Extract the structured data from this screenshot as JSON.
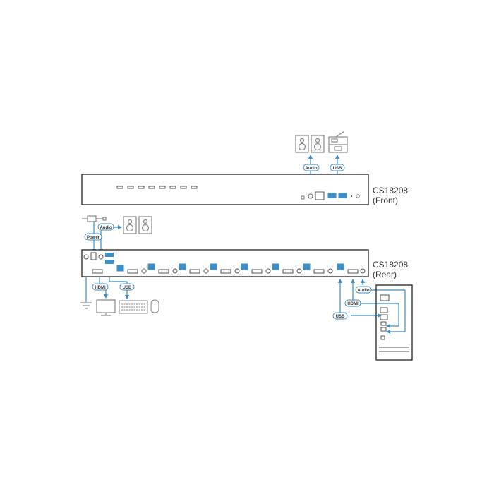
{
  "front": {
    "model": "CS18208",
    "label": "(Front)"
  },
  "rear": {
    "model": "CS18208",
    "label": "(Rear)"
  },
  "labels": {
    "audio": "Audio",
    "usb": "USB",
    "power": "Power",
    "hdmi": "HDMI"
  },
  "colors": {
    "cable": "#3a8fc9",
    "outline": "#333333",
    "device_stroke": "#888888"
  },
  "icons": {
    "speakers": "speakers-icon",
    "printer": "printer-icon",
    "power_plug": "power-plug-icon",
    "ground": "ground-icon",
    "monitor": "monitor-icon",
    "keyboard": "keyboard-icon",
    "mouse": "mouse-icon",
    "computer": "computer-tower-icon"
  }
}
